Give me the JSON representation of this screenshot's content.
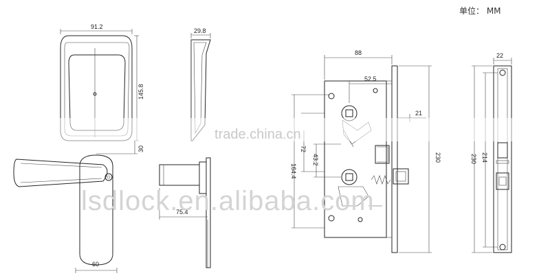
{
  "unit_label": "单位：  MM",
  "watermark_top": "trade.china.cn",
  "watermark_main": "lsdlock.en.alibaba.com",
  "dims": {
    "cover_width": "91.2",
    "cover_height": "145.8",
    "cover_depth": "29.8",
    "handle_offset": "30",
    "handle_projection": "75.4",
    "rose_width": "60",
    "case_width": "88",
    "backset": "52.5",
    "small_offset": "21",
    "total_height": "230",
    "hub_height": "164.4",
    "spindle_spacing": "43.2",
    "spindle_to_bolt": "72",
    "face_width": "22",
    "face_height": "230",
    "face_inner": "214"
  }
}
